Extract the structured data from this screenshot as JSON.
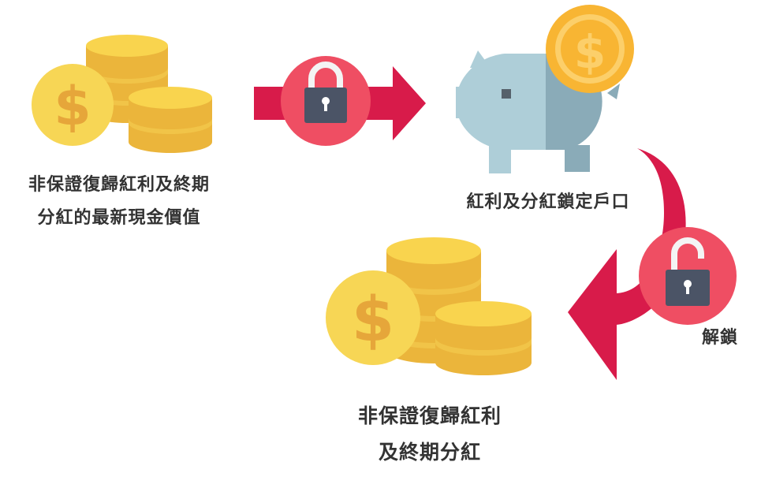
{
  "colors": {
    "coin_top": "#F9D44E",
    "coin_side": "#EBB53B",
    "coin_band": "#F1C448",
    "dollar_coin": "#F7D655",
    "dollar_sign": "#E6A63A",
    "arrow": "#D81B4A",
    "lock_circle": "#EF4E63",
    "lock_body": "#4B5466",
    "lock_shackle": "#F4F4F4",
    "piggy_light": "#AECED8",
    "piggy_dark": "#8AABB8",
    "piggy_eye": "#56616B",
    "piggy_coin": "#F8B533",
    "piggy_coin_ring": "#FCCF6A",
    "text": "#333333"
  },
  "icons": {
    "source_coins": "coin-stack-icon",
    "locked": "padlock-closed-icon",
    "bank": "piggy-bank-icon",
    "unlocked": "padlock-open-icon",
    "result_coins": "coin-stack-icon"
  },
  "labels": {
    "source_line1": "非保證復歸紅利及終期",
    "source_line2": "分紅的最新現金價值",
    "locked_account": "紅利及分紅鎖定戶口",
    "unlock": "解鎖",
    "result_line1": "非保證復歸紅利",
    "result_line2": "及終期分紅"
  }
}
